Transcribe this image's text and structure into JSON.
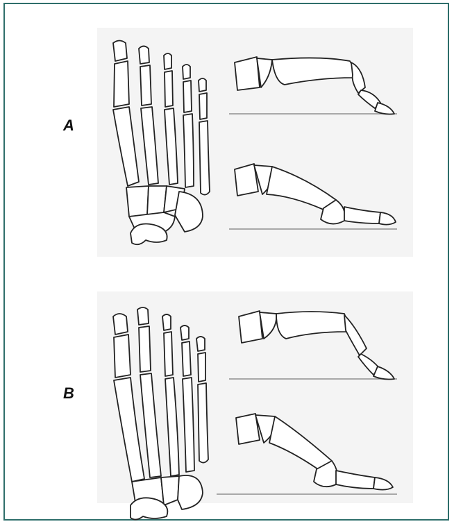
{
  "figure": {
    "border_color": "#2e6e6a",
    "panels": [
      {
        "id": "A",
        "label": "A"
      },
      {
        "id": "B",
        "label": "B"
      }
    ]
  }
}
